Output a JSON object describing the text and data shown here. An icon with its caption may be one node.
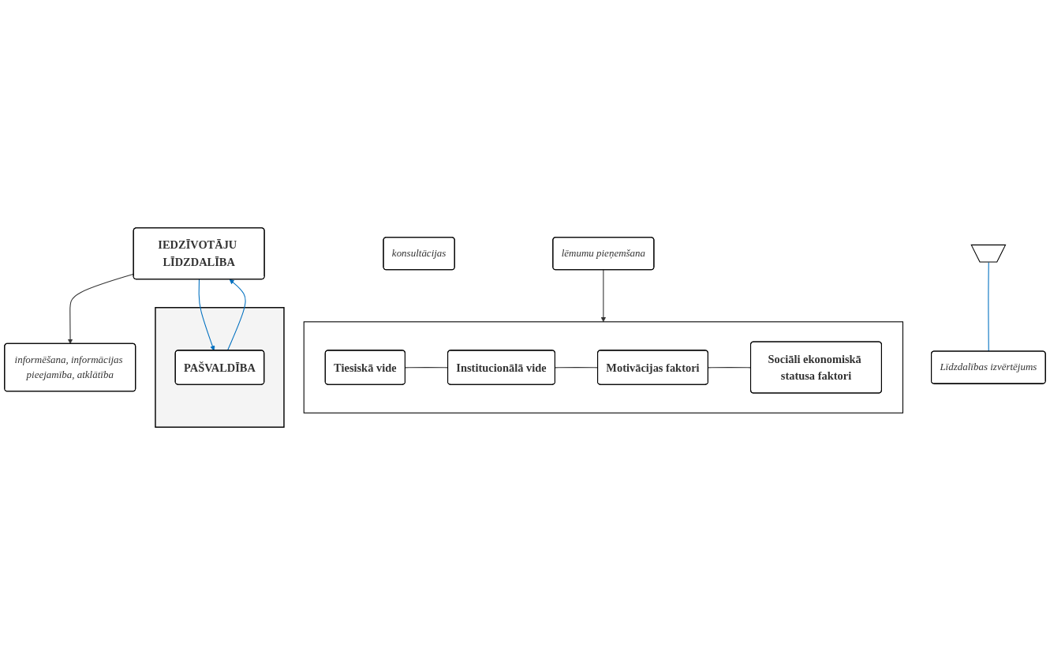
{
  "diagram": {
    "nodes": [
      {
        "text": [
          "IEDZĪVOTĀJU LĪDZDALĪBA"
        ]
      },
      {
        "text": [
          "informēšana, informācijas pieejamība, atklātība"
        ]
      },
      {
        "text": [
          "konsultācijas"
        ]
      },
      {
        "text": [
          "lēmumu pieņemšana"
        ]
      },
      {
        "text": [],
        "shape": "box"
      },
      {
        "text": [
          "Tiesiskā vide"
        ],
        "in": 4
      },
      {
        "text": [
          "Institucionālā vide"
        ],
        "in": 4
      },
      {
        "text": [
          "Motivācijas faktori"
        ],
        "in": 4
      },
      {
        "text": [
          "Sociāli ekonomiskā statusa faktori"
        ],
        "in": 4
      },
      {
        "text": [],
        "shape": "funnel"
      },
      {
        "text": [
          "PAŠVALDĪBA"
        ],
        "in": 9
      },
      {
        "text": [],
        "shape": "funnel"
      },
      {
        "text": [
          "Līdzdalības izvērtējums"
        ]
      }
    ],
    "edges": [
      {
        "from": 0,
        "to": 1,
        "arrow": "to"
      },
      {
        "from": 3,
        "to": 4,
        "arrow": "to"
      },
      {
        "from": 5,
        "to": 6,
        "arrow": "none"
      },
      {
        "from": 6,
        "to": 7,
        "arrow": "none"
      },
      {
        "from": 7,
        "to": 8,
        "arrow": "none"
      },
      {
        "from": 0,
        "to": 10,
        "arrow": "to",
        "color": "#0070c0"
      },
      {
        "from": 10,
        "to": 0,
        "arrow": "to",
        "color": "#0070c0"
      },
      {
        "from": 11,
        "to": 12,
        "arrow": "none",
        "color": "#0070c0"
      }
    ]
  }
}
